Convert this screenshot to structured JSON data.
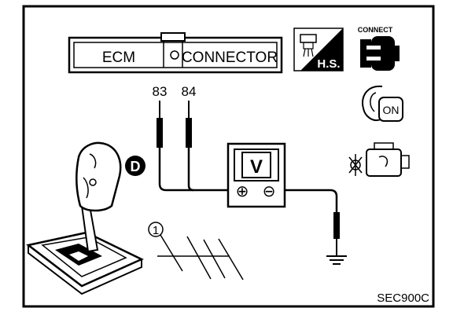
{
  "header": {
    "connector_left": "ECM",
    "connector_right": "CONNECTOR"
  },
  "icons": {
    "harness_side": {
      "name": "harness-side-icon",
      "label": "H.S."
    },
    "connect": {
      "name": "connector-connect-icon",
      "label": "CONNECT"
    },
    "ignition": {
      "name": "ignition-key-on-icon",
      "label": "ON"
    },
    "engine": {
      "name": "engine-running-icon"
    }
  },
  "terminals": [
    "83",
    "84"
  ],
  "voltmeter": {
    "label": "V",
    "positive": "⊕",
    "negative": "⊖"
  },
  "shifter": {
    "position_badge": "D"
  },
  "callout": "1",
  "figure_code": "SEC900C"
}
